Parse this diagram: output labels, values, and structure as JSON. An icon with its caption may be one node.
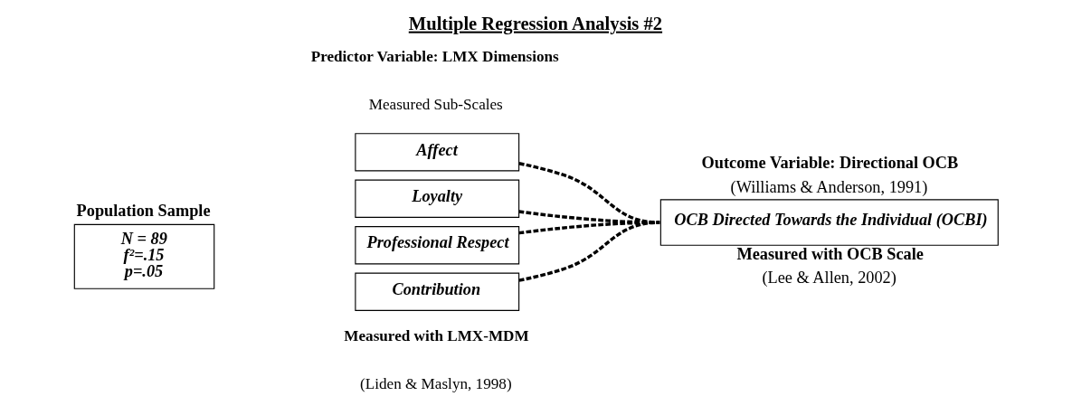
{
  "diagram": {
    "title": "Multiple Regression Analysis #2",
    "nodes": [
      {
        "text": [
          "Population Sample",
          "N = 89",
          "f²=.15",
          "p=.05"
        ]
      },
      {
        "text": [
          "Affect"
        ]
      },
      {
        "text": [
          "Loyalty"
        ]
      },
      {
        "text": [
          "Professional Respect"
        ]
      },
      {
        "text": [
          "Contribution"
        ]
      },
      {
        "text": [
          "OCB Directed Towards the Individual (OCBI)"
        ],
        "beside": [
          "Outcome Variable: Directional OCB",
          "(Williams & Anderson, 1991)",
          "Measured with OCB Scale",
          "(Lee & Allen, 2002)"
        ]
      }
    ],
    "edges": [
      {
        "from": 1,
        "to": 5,
        "arrow": "none",
        "style": "dashed"
      },
      {
        "from": 2,
        "to": 5,
        "arrow": "none",
        "style": "dashed"
      },
      {
        "from": 3,
        "to": 5,
        "arrow": "none",
        "style": "dashed"
      },
      {
        "from": 4,
        "to": 5,
        "arrow": "none",
        "style": "dashed"
      }
    ],
    "labels": [
      "Predictor Variable: LMX Dimensions",
      "Measured Sub-Scales",
      "Measured with LMX-MDM",
      "(Liden & Maslyn, 1998)"
    ]
  }
}
